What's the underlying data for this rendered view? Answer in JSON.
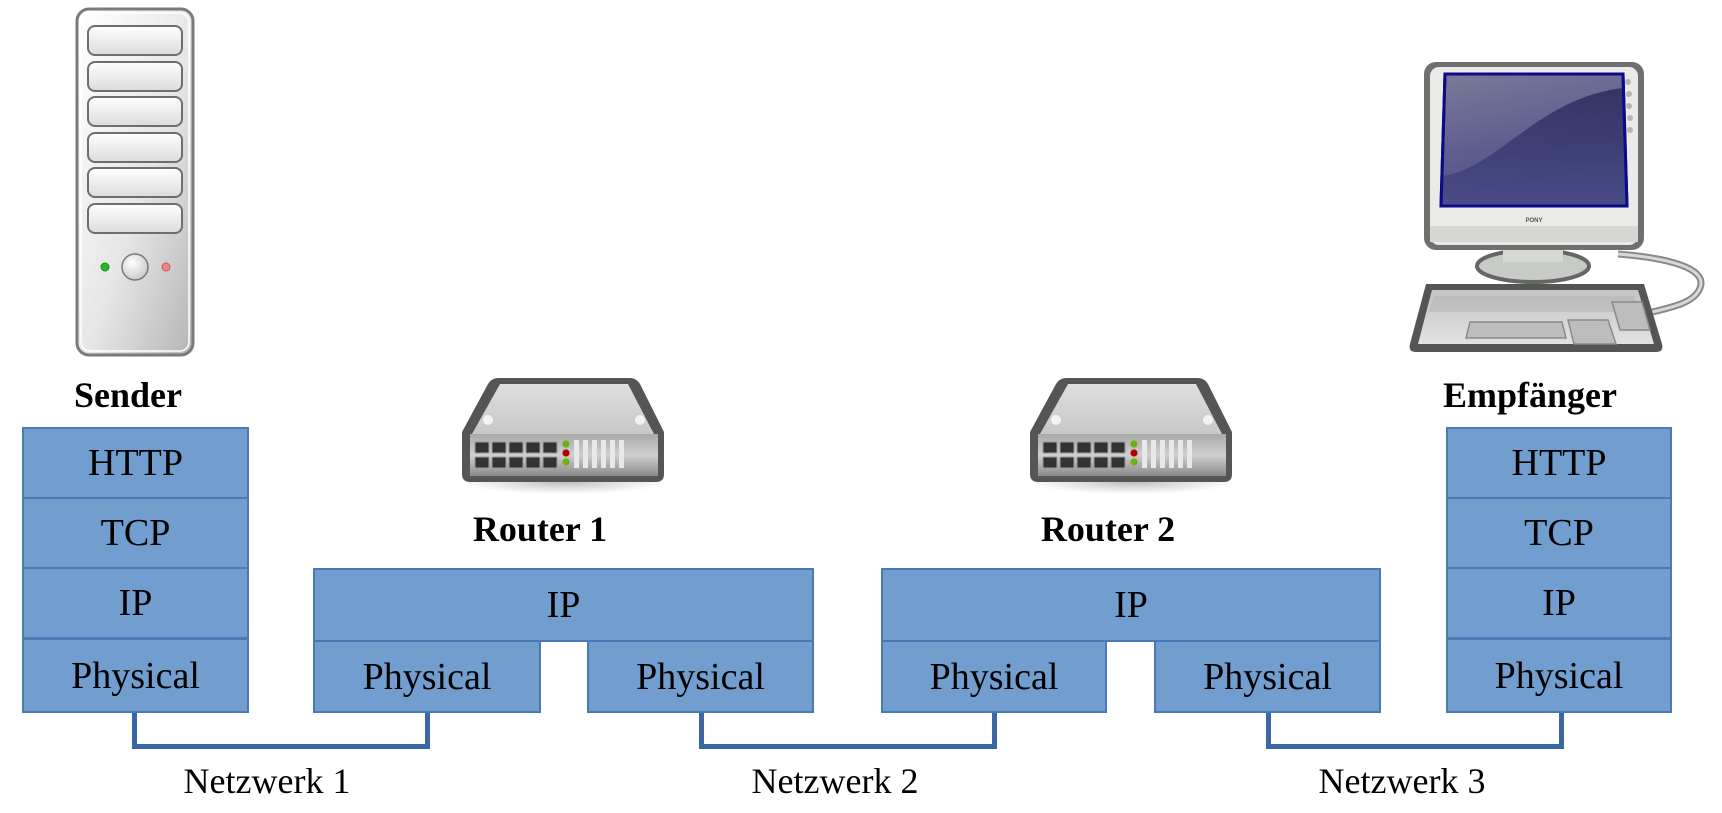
{
  "hosts": {
    "sender": {
      "label": "Sender",
      "icon": "server-tower-icon",
      "layers": [
        "HTTP",
        "TCP",
        "IP",
        "Physical"
      ]
    },
    "receiver": {
      "label": "Empfänger",
      "icon": "desktop-computer-icon",
      "monitor_brand": "PONY",
      "layers": [
        "HTTP",
        "TCP",
        "IP",
        "Physical"
      ]
    }
  },
  "routers": [
    {
      "label": "Router 1",
      "icon": "router-switch-icon",
      "top_layer": "IP",
      "bottom_layers": [
        "Physical",
        "Physical"
      ]
    },
    {
      "label": "Router 2",
      "icon": "router-switch-icon",
      "top_layer": "IP",
      "bottom_layers": [
        "Physical",
        "Physical"
      ]
    }
  ],
  "networks": [
    {
      "label": "Netzwerk 1"
    },
    {
      "label": "Netzwerk 2"
    },
    {
      "label": "Netzwerk 3"
    }
  ],
  "colors": {
    "layer_fill": "#719ECE",
    "layer_border": "#4a7ab5",
    "wire": "#3b67a4"
  }
}
